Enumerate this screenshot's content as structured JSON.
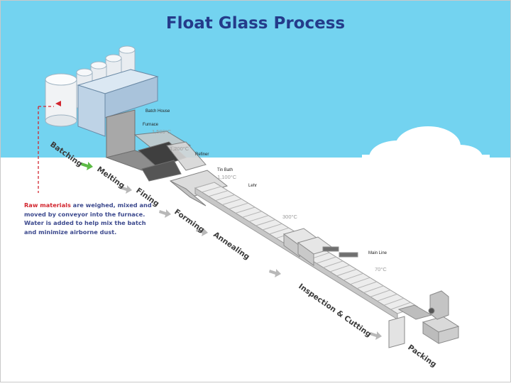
{
  "title": "Float Glass Process",
  "colors": {
    "sky": "#73d3f0",
    "title": "#243b8a",
    "note_text": "#3d4a8e",
    "highlight": "#d2262f",
    "green_arrow": "#5dbb46",
    "grey_arrow": "#b8b8b8"
  },
  "note": {
    "highlight": "Raw materials",
    "rest": " are weighed, mixed and moved by conveyor into the furnace. Water is added to help mix the batch and minimize airborne dust."
  },
  "steps": [
    "Batching",
    "Melting",
    "Fining",
    "Forming",
    "Annealing",
    "Inspection & Cutting",
    "Packing"
  ],
  "components": {
    "batch_house": "Batch House",
    "furnace": "Furnace",
    "refiner": "Refiner",
    "tin_bath": "Tin Bath",
    "lehr": "Lehr",
    "main_line": "Main Line"
  },
  "temperatures": {
    "furnace": "1,500°C",
    "refiner": "1,200°C",
    "tin_bath": "1,100°C",
    "lehr": "300°C",
    "main_line": "70°C"
  }
}
